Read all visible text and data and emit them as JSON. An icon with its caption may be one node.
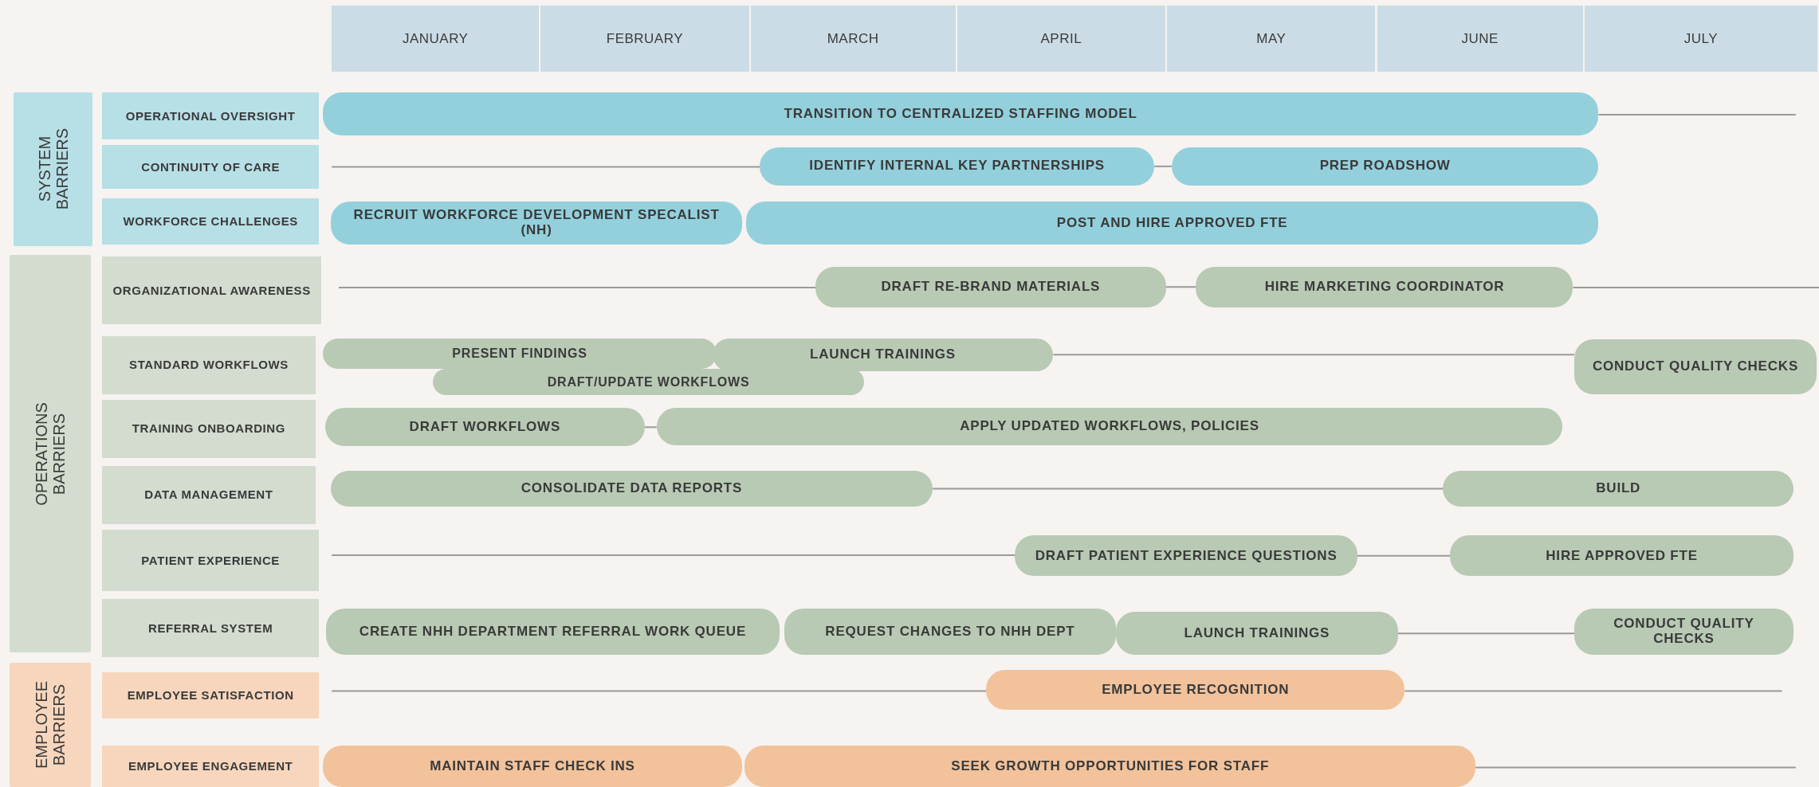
{
  "diagram": {
    "nodes": [
      {
        "text": [
          "SYSTEM BARRIERS"
        ]
      },
      {
        "text": [
          "OPERATIONAL OVERSIGHT"
        ]
      },
      {
        "text": [
          "TRANSITION TO CENTRALIZED STAFFING MODEL"
        ]
      },
      {
        "text": [
          "CONTINUITY OF CARE"
        ]
      },
      {
        "text": [
          "IDENTIFY INTERNAL KEY PARTNERSHIPS"
        ]
      },
      {
        "text": [
          "PREP ROADSHOW"
        ]
      },
      {
        "text": [
          "WORKFORCE CHALLENGES"
        ]
      },
      {
        "text": [
          "RECRUIT WORKFORCE DEVELOPMENT SPECALIST (NH)"
        ]
      },
      {
        "text": [
          "POST AND HIRE APPROVED FTE"
        ]
      },
      {
        "text": [
          "OPERATIONS BARRIERS"
        ]
      },
      {
        "text": [
          "ORGANIZATIONAL AWARENESS"
        ]
      },
      {
        "text": [
          "DRAFT RE-BRAND MATERIALS"
        ]
      },
      {
        "text": [
          "HIRE MARKETING COORDINATOR"
        ]
      },
      {
        "text": [
          "STANDARD WORKFLOWS"
        ]
      },
      {
        "text": [
          "PRESENT FINDINGS"
        ]
      },
      {
        "text": [
          "LAUNCH TRAININGS"
        ]
      },
      {
        "text": [
          "DRAFT/UPDATE WORKFLOWS"
        ]
      },
      {
        "text": [
          "CONDUCT QUALITY CHECKS"
        ]
      },
      {
        "text": [
          "TRAINING ONBOARDING"
        ]
      },
      {
        "text": [
          "DRAFT WORKFLOWS"
        ]
      },
      {
        "text": [
          "APPLY UPDATED WORKFLOWS, POLICIES"
        ]
      },
      {
        "text": [
          "DATA MANAGEMENT"
        ]
      },
      {
        "text": [
          "CONSOLIDATE DATA REPORTS"
        ]
      },
      {
        "text": [
          "BUILD"
        ]
      },
      {
        "text": [
          "PATIENT EXPERIENCE"
        ]
      },
      {
        "text": [
          "DRAFT PATIENT EXPERIENCE QUESTIONS"
        ]
      },
      {
        "text": [
          "HIRE APPROVED FTE"
        ]
      },
      {
        "text": [
          "REFERRAL SYSTEM"
        ]
      },
      {
        "text": [
          "CREATE NHH DEPARTMENT REFERRAL WORK QUEUE"
        ]
      },
      {
        "text": [
          "REQUEST CHANGES TO NHH DEPT"
        ]
      },
      {
        "text": [
          "LAUNCH TRAININGS"
        ]
      },
      {
        "text": [
          "CONDUCT QUALITY CHECKS"
        ]
      },
      {
        "text": [
          "EMPLOYEE BARRIERS"
        ]
      },
      {
        "text": [
          "EMPLOYEE SATISFACTION"
        ]
      },
      {
        "text": [
          "EMPLOYEE RECOGNITION"
        ]
      },
      {
        "text": [
          "EMPLOYEE ENGAGEMENT"
        ]
      },
      {
        "text": [
          "MAINTAIN STAFF CHECK INS"
        ]
      },
      {
        "text": [
          "SEEK GROWTH OPPORTUNITIES FOR STAFF"
        ]
      }
    ],
    "edges": [
      {
        "from": 4,
        "to": 5,
        "arrow": "none"
      },
      {
        "from": 11,
        "to": 12,
        "arrow": "none"
      },
      {
        "from": 15,
        "to": 17,
        "arrow": "none"
      },
      {
        "from": 19,
        "to": 20,
        "arrow": "none"
      },
      {
        "from": 22,
        "to": 23,
        "arrow": "none"
      },
      {
        "from": 25,
        "to": 26,
        "arrow": "none"
      },
      {
        "from": 30,
        "to": 31,
        "arrow": "none"
      }
    ],
    "labels": [
      "JANUARY",
      "FEBRUARY",
      "MARCH",
      "APRIL",
      "MAY",
      "JUNE",
      "JULY"
    ]
  }
}
